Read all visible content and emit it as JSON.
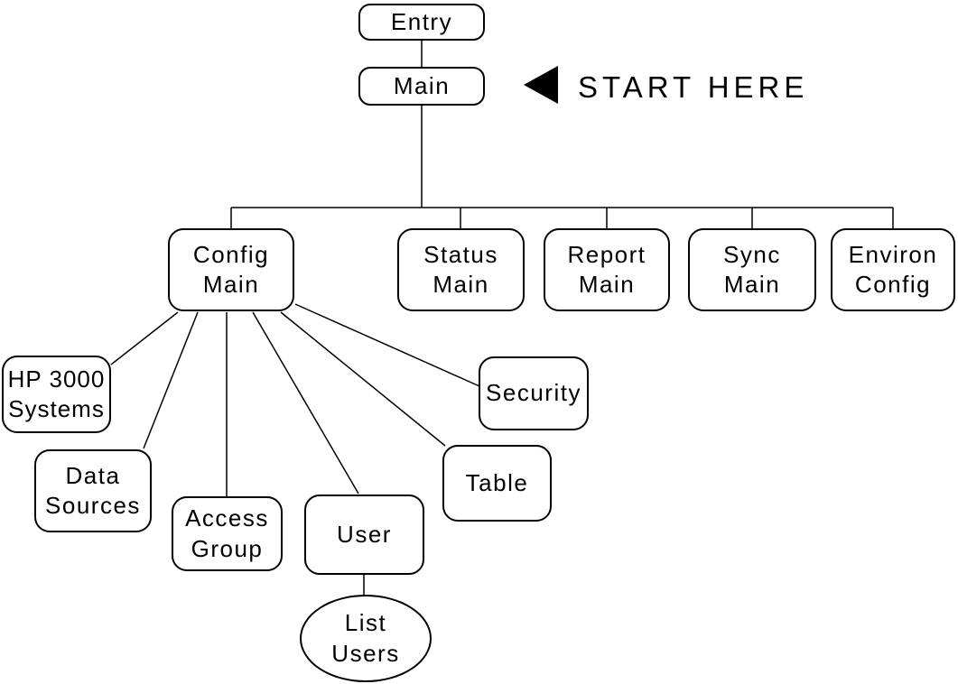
{
  "annotation": {
    "start_here": "START HERE"
  },
  "colors": {
    "ink": "#000000",
    "background": "#ffffff",
    "arrow_fill": "#000000"
  },
  "nodes": {
    "entry": {
      "label": "Entry"
    },
    "main": {
      "label": "Main"
    },
    "config_main": {
      "line1": "Config",
      "line2": "Main"
    },
    "status_main": {
      "line1": "Status",
      "line2": "Main"
    },
    "report_main": {
      "line1": "Report",
      "line2": "Main"
    },
    "sync_main": {
      "line1": "Sync",
      "line2": "Main"
    },
    "environ_config": {
      "line1": "Environ",
      "line2": "Config"
    },
    "hp_3000_systems": {
      "line1": "HP 3000",
      "line2": "Systems"
    },
    "data_sources": {
      "line1": "Data",
      "line2": "Sources"
    },
    "access_group": {
      "line1": "Access",
      "line2": "Group"
    },
    "user": {
      "label": "User"
    },
    "table": {
      "label": "Table"
    },
    "security": {
      "label": "Security"
    },
    "list_users": {
      "line1": "List",
      "line2": "Users"
    }
  },
  "edges": [
    {
      "from": "Entry",
      "to": "Main"
    },
    {
      "from": "Main",
      "to": "Config Main"
    },
    {
      "from": "Main",
      "to": "Status Main"
    },
    {
      "from": "Main",
      "to": "Report Main"
    },
    {
      "from": "Main",
      "to": "Sync Main"
    },
    {
      "from": "Main",
      "to": "Environ Config"
    },
    {
      "from": "Config Main",
      "to": "HP 3000 Systems"
    },
    {
      "from": "Config Main",
      "to": "Data Sources"
    },
    {
      "from": "Config Main",
      "to": "Access Group"
    },
    {
      "from": "Config Main",
      "to": "User"
    },
    {
      "from": "Config Main",
      "to": "Table"
    },
    {
      "from": "Config Main",
      "to": "Security"
    },
    {
      "from": "User",
      "to": "List Users"
    }
  ]
}
